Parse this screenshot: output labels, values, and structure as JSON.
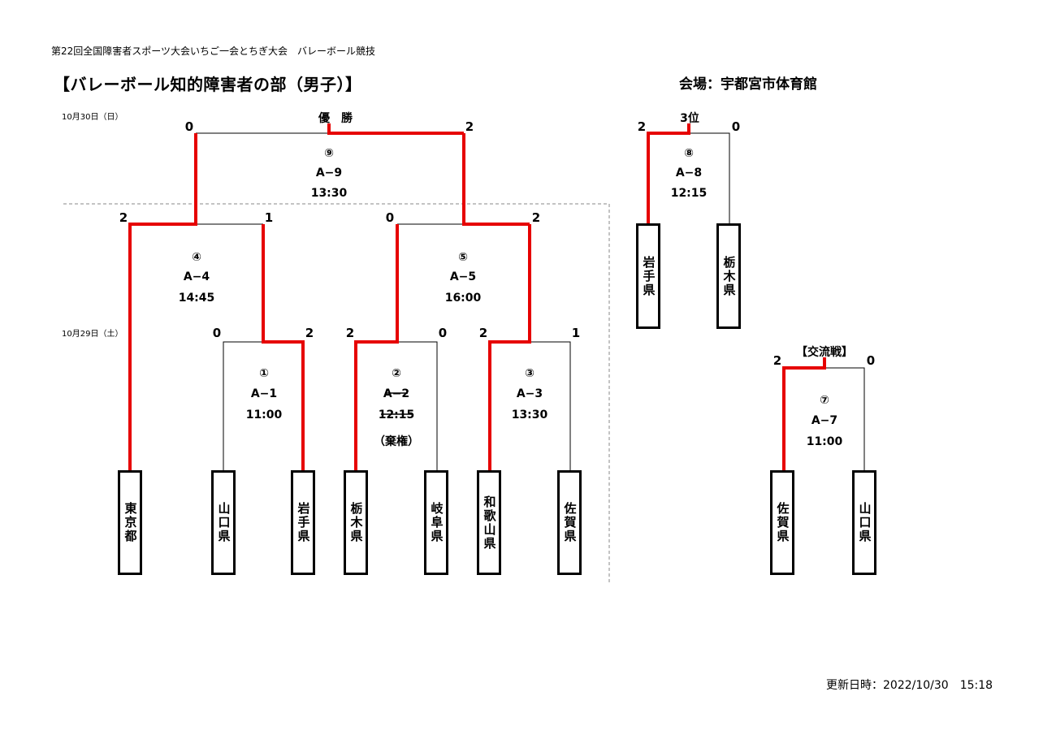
{
  "header": {
    "subtitle": "第22回全国障害者スポーツ大会いちご一会とちぎ大会　バレーボール競技",
    "title": "【バレーボール知的障害者の部（男子）】",
    "venue": "会場：宇都宮市体育館"
  },
  "days": {
    "day2": "10月30日（日）",
    "day1": "10月29日（土）"
  },
  "labels": {
    "final": "優　勝",
    "third": "3位",
    "exchange": "【交流戦】"
  },
  "teams": {
    "t1": "東京都",
    "t2": "山口県",
    "t3": "岩手県",
    "t4": "栃木県",
    "t5": "岐阜県",
    "t6": "和歌山県",
    "t7": "佐賀県",
    "t8": "岩手県",
    "t9": "栃木県",
    "t10": "佐賀県",
    "t11": "山口県"
  },
  "matches": {
    "m1": {
      "no": "①",
      "code": "A−1",
      "time": "11:00",
      "score_left": "0",
      "score_right": "2"
    },
    "m2": {
      "no": "②",
      "code": "A−2",
      "time": "12:15",
      "note": "（棄権）",
      "score_left": "2",
      "score_right": "0"
    },
    "m3": {
      "no": "③",
      "code": "A−3",
      "time": "13:30",
      "score_left": "2",
      "score_right": "1"
    },
    "m4": {
      "no": "④",
      "code": "A−4",
      "time": "14:45",
      "score_left": "2",
      "score_right": "1"
    },
    "m5": {
      "no": "⑤",
      "code": "A−5",
      "time": "16:00",
      "score_left": "0",
      "score_right": "2"
    },
    "m7": {
      "no": "⑦",
      "code": "A−7",
      "time": "11:00",
      "score_left": "2",
      "score_right": "0"
    },
    "m8": {
      "no": "⑧",
      "code": "A−8",
      "time": "12:15",
      "score_left": "2",
      "score_right": "0"
    },
    "m9": {
      "no": "⑨",
      "code": "A−9",
      "time": "13:30",
      "score_left": "0",
      "score_right": "2"
    }
  },
  "updated": "更新日時：2022/10/30　15:18",
  "colors": {
    "winner_line": "#e60000",
    "line": "#000000",
    "divider": "#888888"
  }
}
